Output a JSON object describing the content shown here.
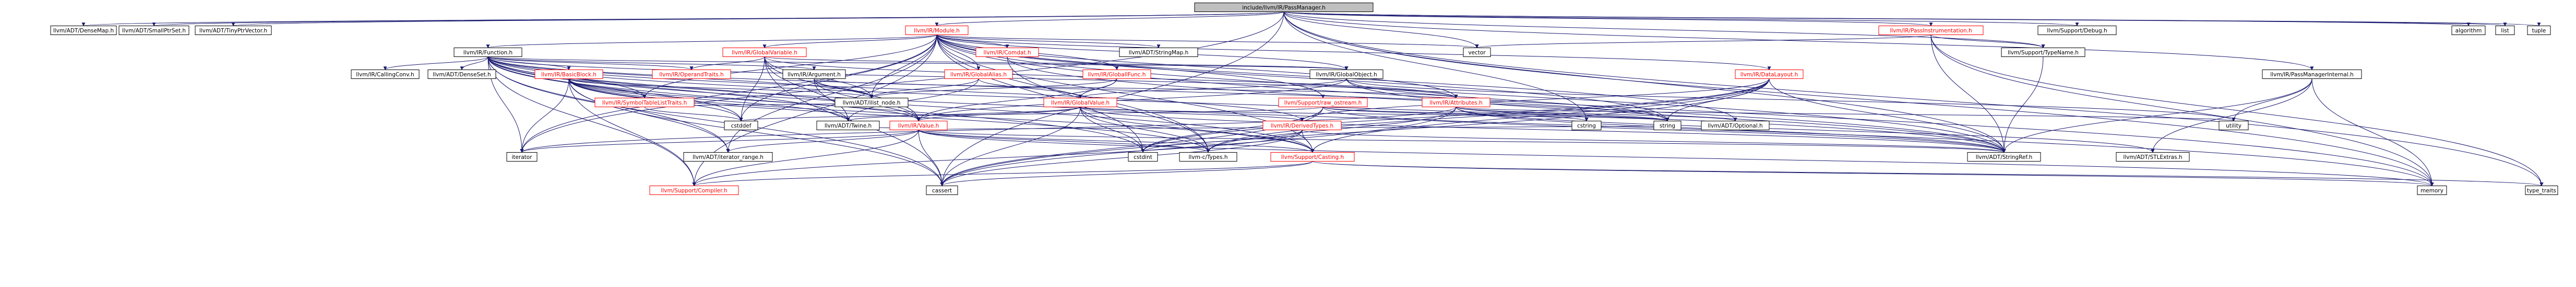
{
  "graph": {
    "title": "include/llvm/IR/PassManager.h",
    "colors": {
      "root_fill": "#bfbfbf",
      "node_fill": "#ffffff",
      "node_border": "#000000",
      "linked_border": "#ff0000",
      "edge": "#191970",
      "text_root": "#000000",
      "text_linked": "#ff0000",
      "text_plain": "#000000"
    },
    "nodes": [
      {
        "id": "root",
        "label": "include/llvm/IR/PassManager.h",
        "kind": "root"
      },
      {
        "id": "densemap",
        "label": "llvm/ADT/DenseMap.h",
        "kind": "plain"
      },
      {
        "id": "smallptrset",
        "label": "llvm/ADT/SmallPtrSet.h",
        "kind": "plain"
      },
      {
        "id": "tinyptrvector",
        "label": "llvm/ADT/TinyPtrVector.h",
        "kind": "plain"
      },
      {
        "id": "module",
        "label": "llvm/IR/Module.h",
        "kind": "linked"
      },
      {
        "id": "passinstr",
        "label": "llvm/IR/PassInstrumentation.h",
        "kind": "linked"
      },
      {
        "id": "debug",
        "label": "llvm/Support/Debug.h",
        "kind": "plain"
      },
      {
        "id": "algorithm",
        "label": "algorithm",
        "kind": "plain"
      },
      {
        "id": "list",
        "label": "list",
        "kind": "plain"
      },
      {
        "id": "tuple",
        "label": "tuple",
        "kind": "plain"
      },
      {
        "id": "function",
        "label": "llvm/IR/Function.h",
        "kind": "plain"
      },
      {
        "id": "globalvariable",
        "label": "llvm/IR/GlobalVariable.h",
        "kind": "linked"
      },
      {
        "id": "comdat",
        "label": "llvm/IR/Comdat.h",
        "kind": "linked"
      },
      {
        "id": "stringmap",
        "label": "llvm/ADT/StringMap.h",
        "kind": "plain"
      },
      {
        "id": "vector",
        "label": "vector",
        "kind": "plain"
      },
      {
        "id": "typename",
        "label": "llvm/Support/TypeName.h",
        "kind": "plain"
      },
      {
        "id": "pmi",
        "label": "llvm/IR/PassManagerInternal.h",
        "kind": "plain"
      },
      {
        "id": "callingconv",
        "label": "llvm/IR/CallingConv.h",
        "kind": "plain"
      },
      {
        "id": "denseset",
        "label": "llvm/ADT/DenseSet.h",
        "kind": "plain"
      },
      {
        "id": "basicblock",
        "label": "llvm/IR/BasicBlock.h",
        "kind": "linked"
      },
      {
        "id": "operandtraits",
        "label": "llvm/IR/OperandTraits.h",
        "kind": "linked"
      },
      {
        "id": "argument",
        "label": "llvm/IR/Argument.h",
        "kind": "plain"
      },
      {
        "id": "globalalias",
        "label": "llvm/IR/GlobalAlias.h",
        "kind": "linked"
      },
      {
        "id": "globalifunc",
        "label": "llvm/IR/GlobalIFunc.h",
        "kind": "linked"
      },
      {
        "id": "globalobject",
        "label": "llvm/IR/GlobalObject.h",
        "kind": "plain"
      },
      {
        "id": "datalayout",
        "label": "llvm/IR/DataLayout.h",
        "kind": "linked"
      },
      {
        "id": "symtablelist",
        "label": "llvm/IR/SymbolTableListTraits.h",
        "kind": "linked"
      },
      {
        "id": "ilistnode",
        "label": "llvm/ADT/ilist_node.h",
        "kind": "plain"
      },
      {
        "id": "globalvalue",
        "label": "llvm/IR/GlobalValue.h",
        "kind": "linked"
      },
      {
        "id": "rawostream",
        "label": "llvm/Support/raw_ostream.h",
        "kind": "linked"
      },
      {
        "id": "attributes",
        "label": "llvm/IR/Attributes.h",
        "kind": "linked"
      },
      {
        "id": "cstddef",
        "label": "cstddef",
        "kind": "plain"
      },
      {
        "id": "twine",
        "label": "llvm/ADT/Twine.h",
        "kind": "plain"
      },
      {
        "id": "value",
        "label": "llvm/IR/Value.h",
        "kind": "linked"
      },
      {
        "id": "derivedtypes",
        "label": "llvm/IR/DerivedTypes.h",
        "kind": "linked"
      },
      {
        "id": "cstring",
        "label": "cstring",
        "kind": "plain"
      },
      {
        "id": "optional",
        "label": "llvm/ADT/Optional.h",
        "kind": "plain"
      },
      {
        "id": "string",
        "label": "string",
        "kind": "plain"
      },
      {
        "id": "utility",
        "label": "utility",
        "kind": "plain"
      },
      {
        "id": "iterator",
        "label": "iterator",
        "kind": "plain"
      },
      {
        "id": "iteratorrange",
        "label": "llvm/ADT/iterator_range.h",
        "kind": "plain"
      },
      {
        "id": "ctypes",
        "label": "llvm-c/Types.h",
        "kind": "plain"
      },
      {
        "id": "cstdint",
        "label": "cstdint",
        "kind": "plain"
      },
      {
        "id": "casting",
        "label": "llvm/Support/Casting.h",
        "kind": "linked"
      },
      {
        "id": "stringref",
        "label": "llvm/ADT/StringRef.h",
        "kind": "plain"
      },
      {
        "id": "stlextras",
        "label": "llvm/ADT/STLExtras.h",
        "kind": "plain"
      },
      {
        "id": "compiler",
        "label": "llvm/Support/Compiler.h",
        "kind": "linked"
      },
      {
        "id": "cassert",
        "label": "cassert",
        "kind": "plain"
      },
      {
        "id": "memory",
        "label": "memory",
        "kind": "plain"
      },
      {
        "id": "typetraits",
        "label": "type_traits",
        "kind": "plain"
      }
    ],
    "edges": [
      [
        "root",
        "densemap"
      ],
      [
        "root",
        "smallptrset"
      ],
      [
        "root",
        "tinyptrvector"
      ],
      [
        "root",
        "module"
      ],
      [
        "root",
        "passinstr"
      ],
      [
        "root",
        "typename"
      ],
      [
        "root",
        "debug"
      ],
      [
        "root",
        "pmi"
      ],
      [
        "root",
        "algorithm"
      ],
      [
        "root",
        "list"
      ],
      [
        "root",
        "tuple"
      ],
      [
        "root",
        "vector"
      ],
      [
        "root",
        "cstring"
      ],
      [
        "root",
        "memory"
      ],
      [
        "root",
        "typetraits"
      ],
      [
        "root",
        "stringref"
      ],
      [
        "root",
        "iterator"
      ],
      [
        "root",
        "cassert"
      ],
      [
        "module",
        "function"
      ],
      [
        "module",
        "globalvariable"
      ],
      [
        "module",
        "comdat"
      ],
      [
        "module",
        "stringmap"
      ],
      [
        "module",
        "vector"
      ],
      [
        "module",
        "globalalias"
      ],
      [
        "module",
        "globalifunc"
      ],
      [
        "module",
        "datalayout"
      ],
      [
        "module",
        "globalobject"
      ],
      [
        "module",
        "symtablelist"
      ],
      [
        "module",
        "ilistnode"
      ],
      [
        "module",
        "attributes"
      ],
      [
        "module",
        "optional"
      ],
      [
        "module",
        "stringref"
      ],
      [
        "module",
        "memory"
      ],
      [
        "module",
        "string"
      ],
      [
        "module",
        "cstddef"
      ],
      [
        "module",
        "iterator"
      ],
      [
        "module",
        "iteratorrange"
      ],
      [
        "module",
        "ctypes"
      ],
      [
        "module",
        "cstdint"
      ],
      [
        "module",
        "rawostream"
      ],
      [
        "module",
        "casting"
      ],
      [
        "module",
        "compiler"
      ],
      [
        "function",
        "callingconv"
      ],
      [
        "function",
        "denseset"
      ],
      [
        "function",
        "basicblock"
      ],
      [
        "function",
        "operandtraits"
      ],
      [
        "function",
        "argument"
      ],
      [
        "function",
        "globalobject"
      ],
      [
        "function",
        "symtablelist"
      ],
      [
        "function",
        "ilistnode"
      ],
      [
        "function",
        "attributes"
      ],
      [
        "function",
        "value"
      ],
      [
        "function",
        "twine"
      ],
      [
        "function",
        "derivedtypes"
      ],
      [
        "function",
        "stringref"
      ],
      [
        "function",
        "cstddef"
      ],
      [
        "function",
        "cstdint"
      ],
      [
        "function",
        "memory"
      ],
      [
        "function",
        "string"
      ],
      [
        "function",
        "casting"
      ],
      [
        "function",
        "compiler"
      ],
      [
        "function",
        "iterator"
      ],
      [
        "function",
        "cassert"
      ],
      [
        "function",
        "iteratorrange"
      ],
      [
        "globalvariable",
        "globalobject"
      ],
      [
        "globalvariable",
        "ilistnode"
      ],
      [
        "globalvariable",
        "operandtraits"
      ],
      [
        "globalvariable",
        "attributes"
      ],
      [
        "globalvariable",
        "value"
      ],
      [
        "globalvariable",
        "twine"
      ],
      [
        "globalvariable",
        "cstddef"
      ],
      [
        "globalvariable",
        "cassert"
      ],
      [
        "comdat",
        "stringref"
      ],
      [
        "comdat",
        "ctypes"
      ],
      [
        "basicblock",
        "symtablelist"
      ],
      [
        "basicblock",
        "ilistnode"
      ],
      [
        "basicblock",
        "value"
      ],
      [
        "basicblock",
        "twine"
      ],
      [
        "basicblock",
        "iteratorrange"
      ],
      [
        "basicblock",
        "ctypes"
      ],
      [
        "basicblock",
        "casting"
      ],
      [
        "basicblock",
        "compiler"
      ],
      [
        "basicblock",
        "cstddef"
      ],
      [
        "basicblock",
        "cassert"
      ],
      [
        "basicblock",
        "iterator"
      ],
      [
        "argument",
        "value"
      ],
      [
        "argument",
        "twine"
      ],
      [
        "argument",
        "attributes"
      ],
      [
        "argument",
        "ilistnode"
      ],
      [
        "globalalias",
        "globalvalue"
      ],
      [
        "globalalias",
        "ilistnode"
      ],
      [
        "globalalias",
        "twine"
      ],
      [
        "globalifunc",
        "globalvalue"
      ],
      [
        "globalifunc",
        "ilistnode"
      ],
      [
        "globalifunc",
        "value"
      ],
      [
        "globalobject",
        "globalvalue"
      ],
      [
        "globalobject",
        "value"
      ],
      [
        "globalobject",
        "stringref"
      ],
      [
        "globalobject",
        "string"
      ],
      [
        "globalobject",
        "utility"
      ],
      [
        "datalayout",
        "derivedtypes"
      ],
      [
        "datalayout",
        "stringref"
      ],
      [
        "datalayout",
        "string"
      ],
      [
        "datalayout",
        "casting"
      ],
      [
        "datalayout",
        "cstdint"
      ],
      [
        "datalayout",
        "ctypes"
      ],
      [
        "datalayout",
        "cassert"
      ],
      [
        "symtablelist",
        "ilistnode"
      ],
      [
        "symtablelist",
        "cstddef"
      ],
      [
        "globalvalue",
        "value"
      ],
      [
        "globalvalue",
        "derivedtypes"
      ],
      [
        "globalvalue",
        "twine"
      ],
      [
        "globalvalue",
        "stringref"
      ],
      [
        "globalvalue",
        "string"
      ],
      [
        "globalvalue",
        "cassert"
      ],
      [
        "globalvalue",
        "cstdint"
      ],
      [
        "globalvalue",
        "ctypes"
      ],
      [
        "globalvalue",
        "casting"
      ],
      [
        "rawostream",
        "stringref"
      ],
      [
        "rawostream",
        "string"
      ],
      [
        "rawostream",
        "cstring"
      ],
      [
        "rawostream",
        "cstddef"
      ],
      [
        "rawostream",
        "cassert"
      ],
      [
        "rawostream",
        "cstdint"
      ],
      [
        "attributes",
        "stringref"
      ],
      [
        "attributes",
        "optional"
      ],
      [
        "attributes",
        "string"
      ],
      [
        "attributes",
        "utility"
      ],
      [
        "attributes",
        "stlextras"
      ],
      [
        "attributes",
        "ctypes"
      ],
      [
        "attributes",
        "cassert"
      ],
      [
        "attributes",
        "iterator"
      ],
      [
        "value",
        "ctypes"
      ],
      [
        "value",
        "iteratorrange"
      ],
      [
        "value",
        "casting"
      ],
      [
        "value",
        "compiler"
      ],
      [
        "value",
        "stringref"
      ],
      [
        "value",
        "cassert"
      ],
      [
        "value",
        "iterator"
      ],
      [
        "value",
        "memory"
      ],
      [
        "value",
        "string"
      ],
      [
        "value",
        "twine"
      ],
      [
        "derivedtypes",
        "casting"
      ],
      [
        "derivedtypes",
        "stringref"
      ],
      [
        "derivedtypes",
        "compiler"
      ],
      [
        "derivedtypes",
        "cassert"
      ],
      [
        "derivedtypes",
        "cstdint"
      ],
      [
        "casting",
        "compiler"
      ],
      [
        "casting",
        "cassert"
      ],
      [
        "casting",
        "memory"
      ],
      [
        "casting",
        "typetraits"
      ],
      [
        "typename",
        "stringref"
      ],
      [
        "pmi",
        "stringref"
      ],
      [
        "pmi",
        "stlextras"
      ],
      [
        "pmi",
        "memory"
      ],
      [
        "pmi",
        "utility"
      ],
      [
        "passinstr",
        "typename"
      ],
      [
        "passinstr",
        "typetraits"
      ],
      [
        "passinstr",
        "stringref"
      ],
      [
        "passinstr",
        "memory"
      ],
      [
        "passinstr",
        "vector"
      ]
    ]
  }
}
